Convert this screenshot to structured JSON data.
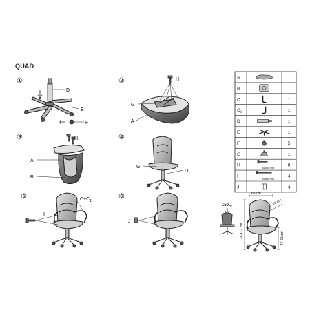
{
  "title": "QUAD",
  "steps": [
    {
      "number": "①",
      "labels": [
        "D",
        "E",
        "F"
      ]
    },
    {
      "number": "②",
      "labels": [
        "H",
        "G",
        "A"
      ]
    },
    {
      "number": "③",
      "labels": [
        "H",
        "A",
        "B"
      ]
    },
    {
      "number": "④",
      "labels": [
        "G",
        "D"
      ]
    },
    {
      "number": "⑤",
      "labels": [
        "C+C",
        "1",
        "I"
      ]
    },
    {
      "number": "⑥",
      "labels": [
        "J"
      ]
    }
  ],
  "parts": [
    {
      "letter": "A",
      "sub": "",
      "qty": "1",
      "dim": ""
    },
    {
      "letter": "B",
      "sub": "",
      "qty": "1",
      "dim": ""
    },
    {
      "letter": "C",
      "sub": "",
      "qty": "1",
      "dim": ""
    },
    {
      "letter": "C",
      "sub": "1",
      "qty": "1",
      "dim": ""
    },
    {
      "letter": "D",
      "sub": "",
      "qty": "1",
      "dim": ""
    },
    {
      "letter": "E",
      "sub": "",
      "qty": "1",
      "dim": ""
    },
    {
      "letter": "F",
      "sub": "",
      "qty": "5",
      "dim": ""
    },
    {
      "letter": "G",
      "sub": "",
      "qty": "1",
      "dim": ""
    },
    {
      "letter": "H",
      "sub": "",
      "qty": "8",
      "dim": "M8x20 mm"
    },
    {
      "letter": "I",
      "sub": "",
      "qty": "4",
      "dim": "M8x40 mm"
    },
    {
      "letter": "J",
      "sub": "",
      "qty": "4",
      "dim": ""
    }
  ],
  "specs": {
    "max_load": "150",
    "load_unit": "kg",
    "width": "63 cm",
    "depth": "70 cm",
    "height": "124-132 cm",
    "seat_height": "47-55 cm"
  }
}
